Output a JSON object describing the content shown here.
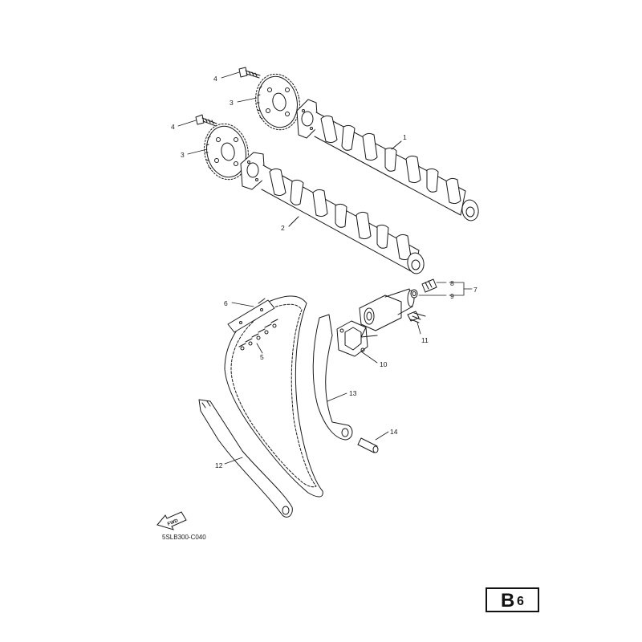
{
  "drawing_code": "5SLB300-C040",
  "fwd_label": "FWD",
  "page": {
    "letter": "B",
    "number": "6"
  },
  "callouts": {
    "c1": "1",
    "c2": "2",
    "c3a": "3",
    "c3b": "3",
    "c4a": "4",
    "c4b": "4",
    "c5": "5",
    "c6": "6",
    "c7": "7",
    "c8": "8",
    "c9": "9",
    "c10": "10",
    "c11": "11",
    "c12": "12",
    "c13": "13",
    "c14": "14"
  },
  "colors": {
    "line": "#1a1a1a",
    "background": "#ffffff"
  }
}
